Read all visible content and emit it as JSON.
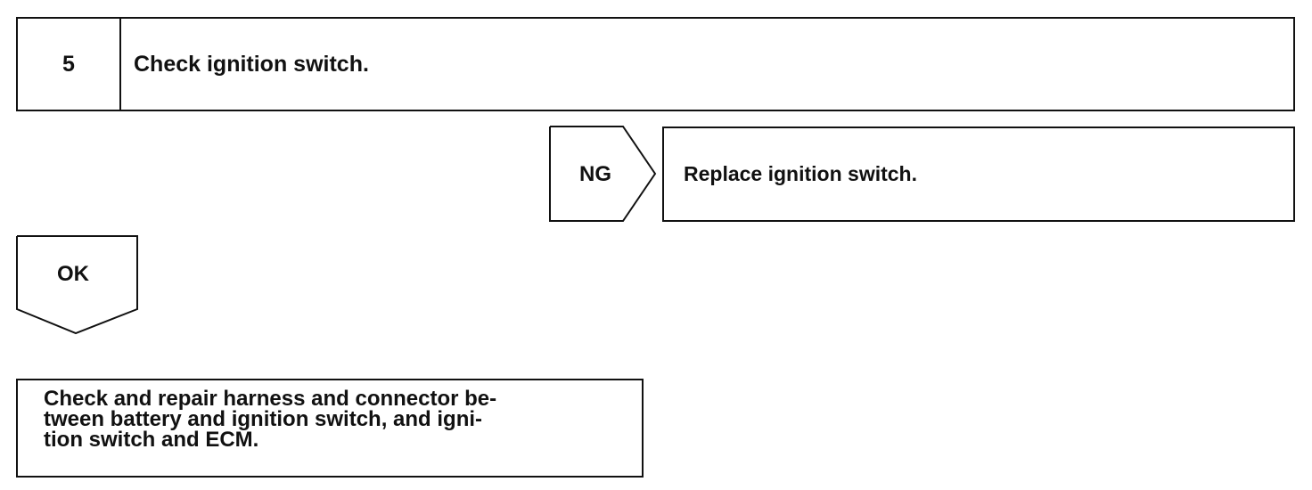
{
  "step": {
    "number": "5",
    "title": "Check ignition switch."
  },
  "ng_branch": {
    "label": "NG",
    "action": "Replace ignition switch."
  },
  "ok_branch": {
    "label": "OK"
  },
  "final_action": {
    "lines": [
      "Check and repair harness and connector be-",
      "tween battery and ignition switch, and igni-",
      "tion switch and ECM."
    ]
  },
  "colors": {
    "line": "#111111",
    "background": "#ffffff"
  }
}
